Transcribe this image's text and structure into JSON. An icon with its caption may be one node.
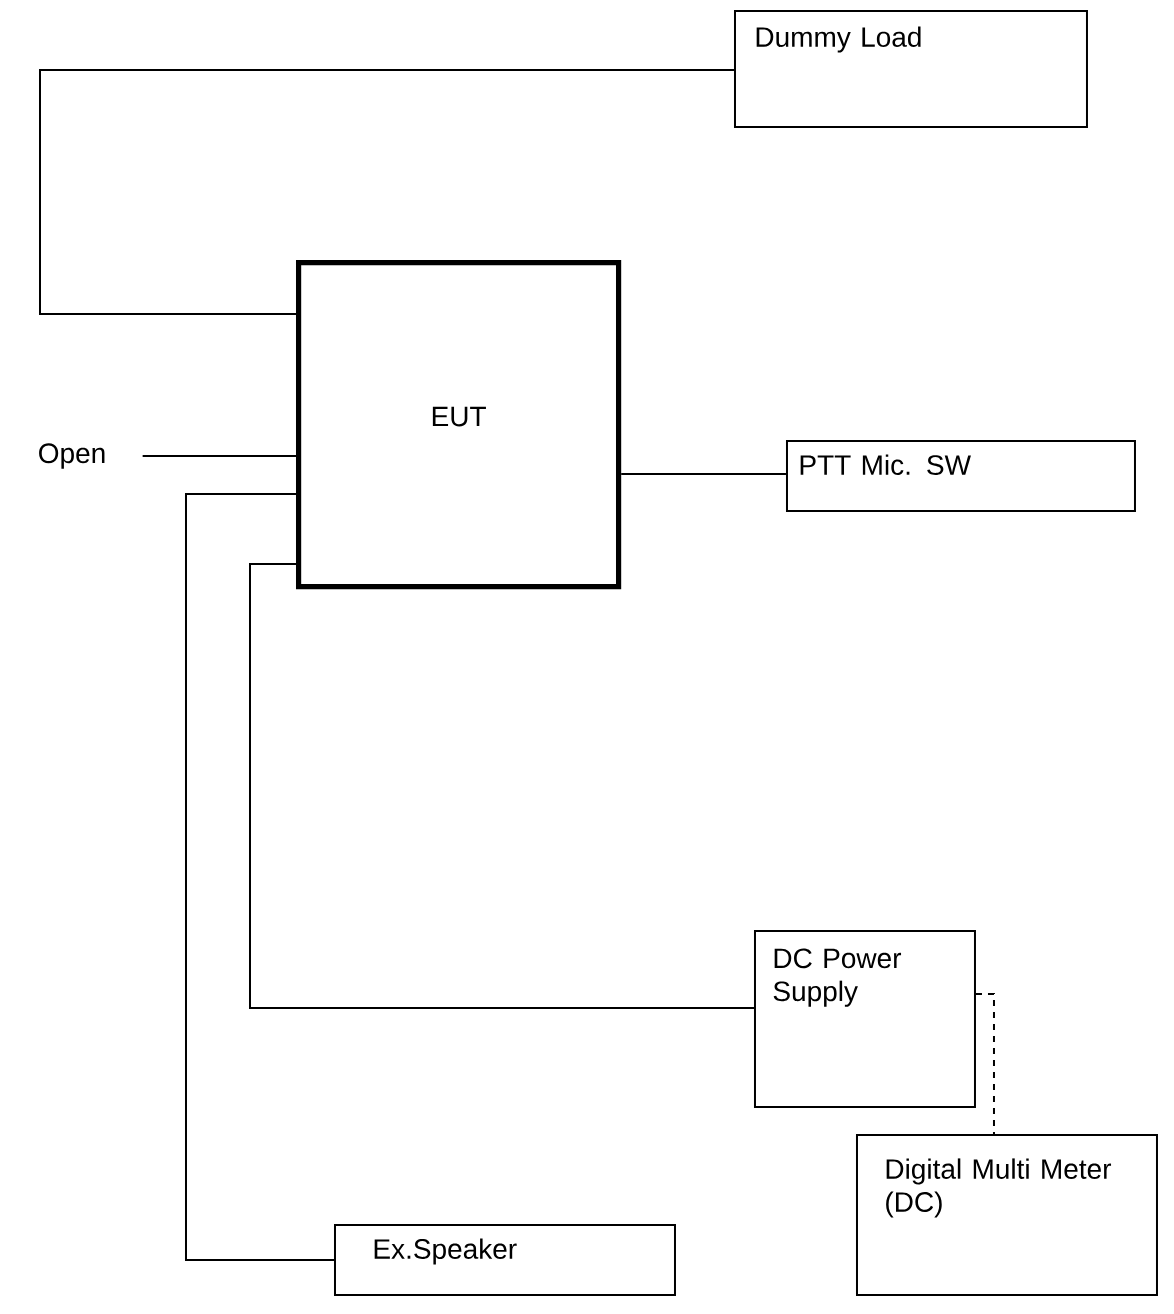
{
  "diagram": {
    "nodes": [
      {
        "text": [
          "Dummy Load"
        ]
      },
      {
        "text": [
          "EUT"
        ]
      },
      {
        "text": [
          "Open"
        ]
      },
      {
        "text": [
          "PTT Mic. SW"
        ]
      },
      {
        "text": [
          "DC Power Supply"
        ]
      },
      {
        "text": [
          "Ex.Speaker"
        ]
      },
      {
        "text": [
          "Digital Multi Meter (DC)"
        ]
      }
    ],
    "edges": [
      {
        "from": 1,
        "to": 0,
        "arrow": "none"
      },
      {
        "from": 2,
        "to": 1,
        "arrow": "none"
      },
      {
        "from": 1,
        "to": 3,
        "arrow": "none"
      },
      {
        "from": 1,
        "to": 4,
        "arrow": "none"
      },
      {
        "from": 1,
        "to": 5,
        "arrow": "none"
      },
      {
        "from": 4,
        "to": 6,
        "arrow": "none",
        "style": "dashed"
      }
    ]
  }
}
